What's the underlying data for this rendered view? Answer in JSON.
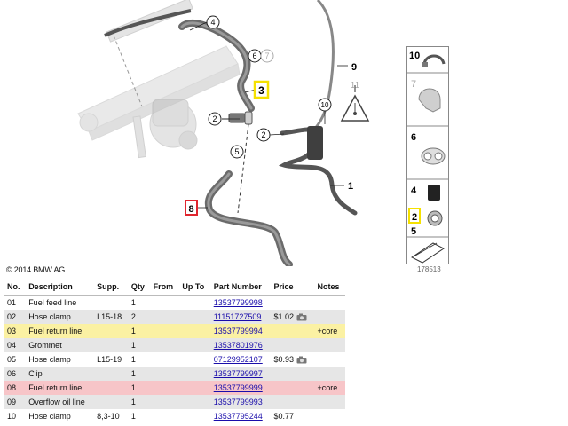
{
  "copyright": "© 2014 BMW AG",
  "diagram": {
    "callouts": {
      "c4": "4",
      "c6": "6",
      "c7": "7",
      "c3": "3",
      "c9": "9",
      "c2a": "2",
      "c2b": "2",
      "c5": "5",
      "c10": "10",
      "c11": "11",
      "c1": "1",
      "c8": "8"
    },
    "side_labels": {
      "s10": "10",
      "s7": "7",
      "s6": "6",
      "s4": "4",
      "s2": "2",
      "s5": "5"
    },
    "ref_number": "178513"
  },
  "colors": {
    "highlight_yellow": "#f5e100",
    "highlight_red": "#e0262f",
    "link": "#1a0dab"
  },
  "table": {
    "headers": [
      "No.",
      "Description",
      "Supp.",
      "Qty",
      "From",
      "Up To",
      "Part Number",
      "Price",
      "Notes"
    ],
    "rows": [
      {
        "no": "01",
        "desc": "Fuel feed line",
        "supp": "",
        "qty": "1",
        "from": "",
        "upto": "",
        "part": "13537799998",
        "price": "",
        "camera": false,
        "notes": "",
        "hl": ""
      },
      {
        "no": "02",
        "desc": "Hose clamp",
        "supp": "L15-18",
        "qty": "2",
        "from": "",
        "upto": "",
        "part": "11151727509",
        "price": "$1.02",
        "camera": true,
        "notes": "",
        "hl": ""
      },
      {
        "no": "03",
        "desc": "Fuel return line",
        "supp": "",
        "qty": "1",
        "from": "",
        "upto": "",
        "part": "13537799994",
        "price": "",
        "camera": false,
        "notes": "+core",
        "hl": "yellow"
      },
      {
        "no": "04",
        "desc": "Grommet",
        "supp": "",
        "qty": "1",
        "from": "",
        "upto": "",
        "part": "13537801976",
        "price": "",
        "camera": false,
        "notes": "",
        "hl": ""
      },
      {
        "no": "05",
        "desc": "Hose clamp",
        "supp": "L15-19",
        "qty": "1",
        "from": "",
        "upto": "",
        "part": "07129952107",
        "price": "$0.93",
        "camera": true,
        "notes": "",
        "hl": ""
      },
      {
        "no": "06",
        "desc": "Clip",
        "supp": "",
        "qty": "1",
        "from": "",
        "upto": "",
        "part": "13537799997",
        "price": "",
        "camera": false,
        "notes": "",
        "hl": ""
      },
      {
        "no": "08",
        "desc": "Fuel return line",
        "supp": "",
        "qty": "1",
        "from": "",
        "upto": "",
        "part": "13537799999",
        "price": "",
        "camera": false,
        "notes": "+core",
        "hl": "red"
      },
      {
        "no": "09",
        "desc": "Overflow oil line",
        "supp": "",
        "qty": "1",
        "from": "",
        "upto": "",
        "part": "13537799993",
        "price": "",
        "camera": false,
        "notes": "",
        "hl": ""
      },
      {
        "no": "10",
        "desc": "Hose clamp",
        "supp": "8,3-10",
        "qty": "1",
        "from": "",
        "upto": "",
        "part": "13537795244",
        "price": "$0.77",
        "camera": false,
        "notes": "",
        "hl": ""
      }
    ]
  }
}
